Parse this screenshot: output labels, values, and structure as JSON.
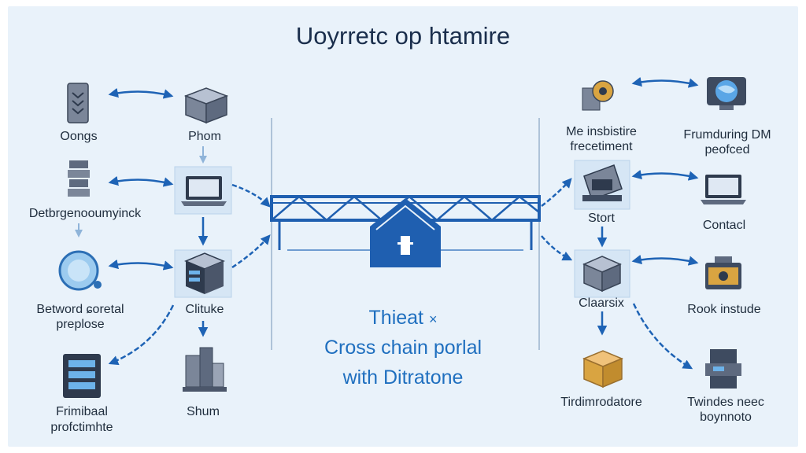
{
  "title": "Uoyrretc op htamire",
  "caption": {
    "line1": "Thieat",
    "line1_mark": "×",
    "line2": "Cross chain porlal",
    "line3": "with Ditratone"
  },
  "left_nodes": {
    "oongs": "Oongs",
    "phom": "Phom",
    "detbrg": "Detbrgenooumyinck",
    "betword_line1": "Betword ɕoretal",
    "betword_line2": "preplose",
    "clituke": "Clituke",
    "frimibaal_line1": "Frimibaal",
    "frimibaal_line2": "profctimhte",
    "shum": "Shum"
  },
  "right_nodes": {
    "meins_line1": "Me insbistire",
    "meins_line2": "frecetiment",
    "frumduring_line1": "Frumduring DM",
    "frumduring_line2": "peofced",
    "stort": "Stort",
    "contacl": "Contacl",
    "claarsix": "Claarsix",
    "rook": "Rook instude",
    "tirdim": "Tirdimrodatore",
    "twindes_line1": "Twindes neec",
    "twindes_line2": "boynnoto"
  },
  "colors": {
    "background": "#e9f2fa",
    "primary_blue": "#1f5fb0",
    "arrow_blue": "#1e63b5",
    "text_dark": "#1f2d3d",
    "caption_blue": "#1f6fbf",
    "box_gray": "#7b8699",
    "accent_gold": "#d9a441"
  }
}
